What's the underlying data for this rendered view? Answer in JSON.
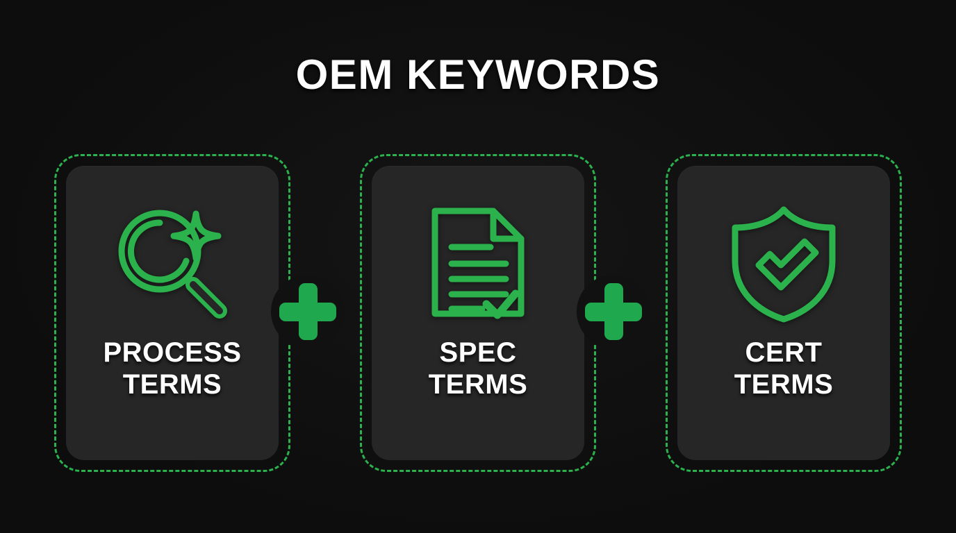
{
  "page": {
    "title": "OEM KEYWORDS",
    "background_color": "#0d0d0d",
    "card_color": "#262626",
    "accent_color": "#2bb24c",
    "plus_color": "#20a84e",
    "text_color": "#ffffff"
  },
  "cards": [
    {
      "icon": "magnifier-sparkle-icon",
      "line1": "PROCESS",
      "line2": "TERMS"
    },
    {
      "icon": "document-checklist-icon",
      "line1": "SPEC",
      "line2": "TERMS"
    },
    {
      "icon": "shield-check-icon",
      "line1": "CERT",
      "line2": "TERMS"
    }
  ],
  "connectors": [
    {
      "symbol": "plus-icon"
    },
    {
      "symbol": "plus-icon"
    }
  ]
}
